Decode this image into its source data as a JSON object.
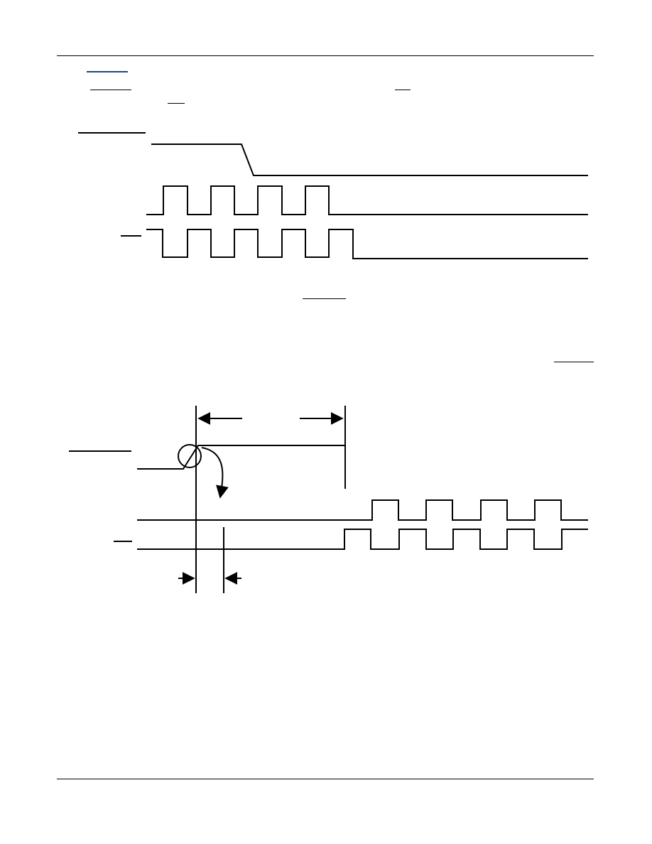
{
  "page": {
    "background": "#ffffff",
    "rule_color": "#000000",
    "heading_accent_color": "#0a4e8c"
  },
  "diagram_top": {
    "title": "",
    "signals": [
      {
        "role": "control",
        "label": ""
      },
      {
        "role": "clock",
        "label": ""
      },
      {
        "role": "clock-inverted",
        "label": ""
      }
    ],
    "clock_pulses_before_stop": 4
  },
  "diagram_bottom": {
    "title": "",
    "signals": [
      {
        "role": "control",
        "label": ""
      },
      {
        "role": "clock",
        "label": ""
      },
      {
        "role": "clock-inverted",
        "label": ""
      }
    ],
    "clock_pulses_after_start": 4
  }
}
